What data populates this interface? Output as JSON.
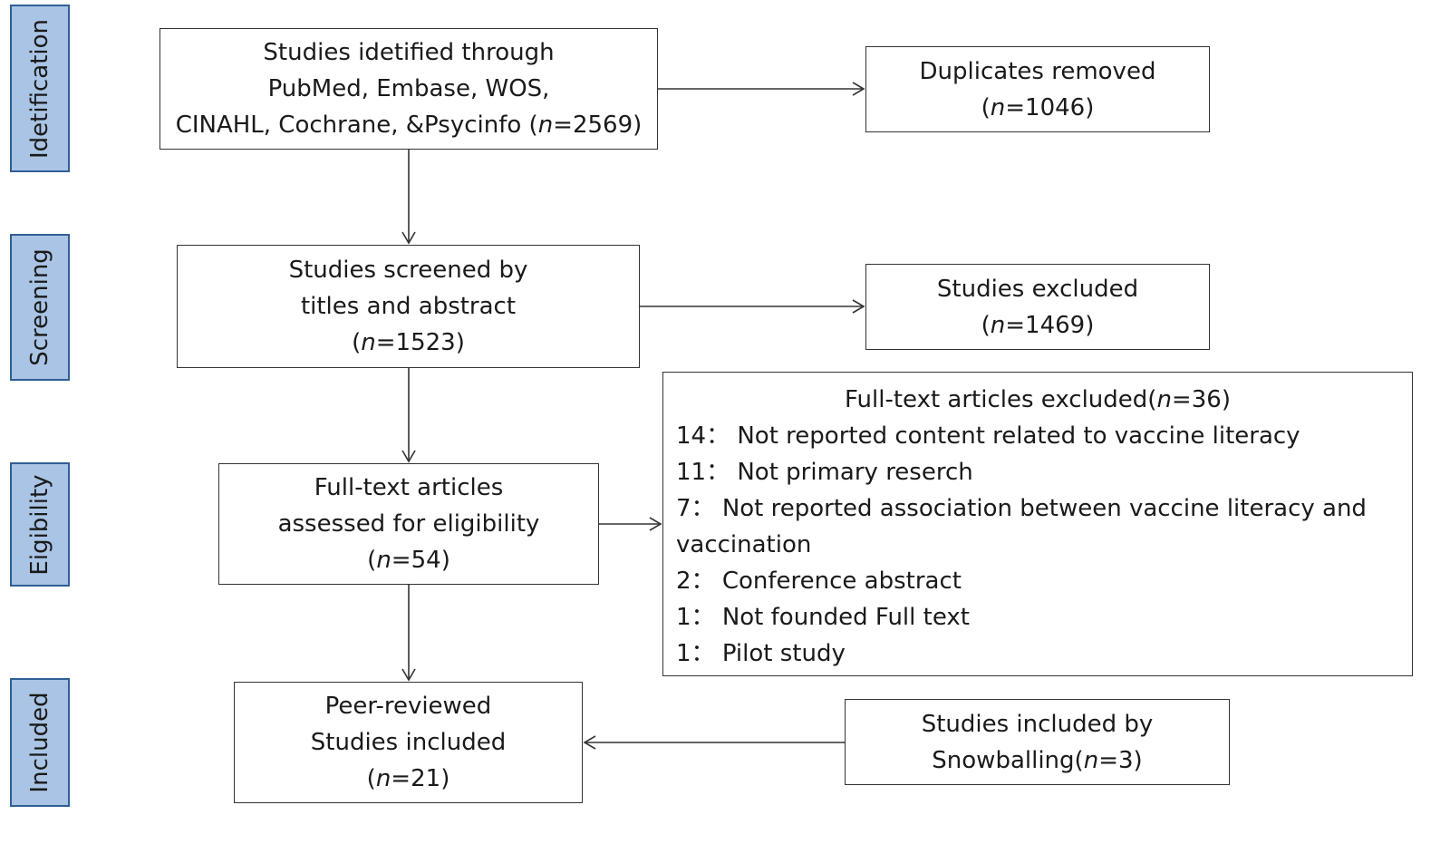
{
  "stages": [
    {
      "label": "Idetification"
    },
    {
      "label": "Screening"
    },
    {
      "label": "Eigibility"
    },
    {
      "label": "Included"
    }
  ],
  "boxes": {
    "identified": {
      "lines": [
        "Studies idetified through",
        "PubMed, Embase, WOS,",
        "CINAHL, Cochrane, &Psycinfo"
      ],
      "n": "2569"
    },
    "duplicates": {
      "lines": [
        "Duplicates removed"
      ],
      "n": "1046"
    },
    "screened": {
      "lines": [
        "Studies screened by",
        "titles and abstract"
      ],
      "n": "1523"
    },
    "excluded": {
      "lines": [
        "Studies excluded"
      ],
      "n": "1469"
    },
    "fulltext": {
      "lines": [
        "Full-text articles",
        "assessed for eligibility"
      ],
      "n": "54"
    },
    "included": {
      "lines": [
        "Peer-reviewed",
        "Studies included"
      ],
      "n": "21"
    },
    "snowballing": {
      "lines": [
        "Studies included by"
      ],
      "prefix": "Snowballing",
      "n": "3"
    }
  },
  "fulltext_excluded": {
    "title": "Full-text articles excluded",
    "n": "36",
    "items": [
      {
        "count": "14：",
        "text": "Not reported content related to vaccine literacy"
      },
      {
        "count": "11：",
        "text": "Not primary reserch"
      },
      {
        "count": "7：",
        "text": "Not reported association between vaccine literacy and"
      },
      {
        "count": "",
        "text": "vaccination"
      },
      {
        "count": "2：",
        "text": "Conference abstract"
      },
      {
        "count": "1：",
        "text": "Not founded Full text"
      },
      {
        "count": "1：",
        "text": "Pilot study"
      }
    ]
  },
  "n_symbol": "n"
}
